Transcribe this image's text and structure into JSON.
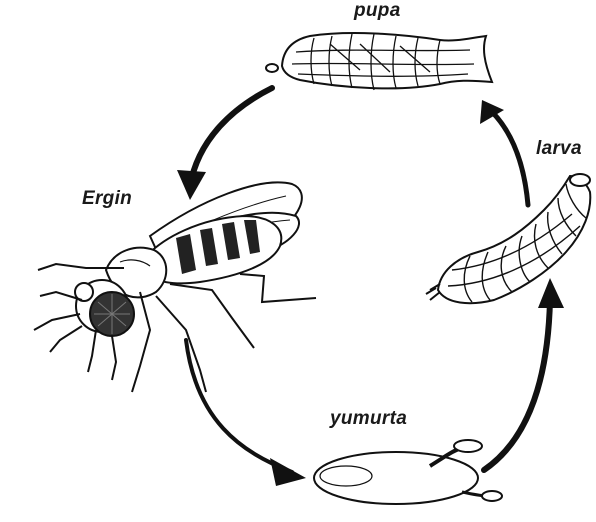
{
  "diagram": {
    "stages": {
      "pupa": "pupa",
      "larva": "larva",
      "adult": "Ergin",
      "egg": "yumurta"
    },
    "cycle_order": [
      "Ergin",
      "yumurta",
      "larva",
      "pupa"
    ]
  }
}
